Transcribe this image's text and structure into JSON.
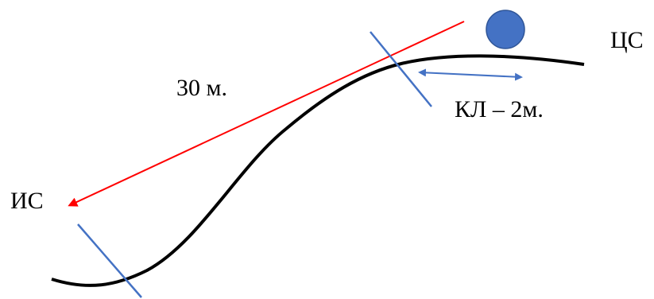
{
  "labels": {
    "distance": "30 м.",
    "target": "ЦС",
    "start": "ИС",
    "kl": "КЛ – 2м."
  },
  "colors": {
    "hill_profile": "#000000",
    "range_arrow": "#ff0000",
    "markers": "#4472c4",
    "ball_fill": "#4472c4",
    "ball_stroke": "#2f5597"
  }
}
